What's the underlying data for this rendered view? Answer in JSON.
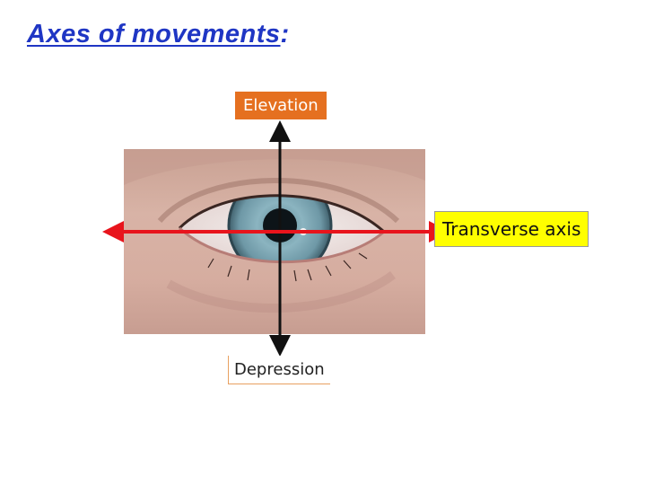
{
  "title": {
    "main": "Axes of movements",
    "colon": ":"
  },
  "labels": {
    "elevation": "Elevation",
    "depression": "Depression",
    "transverse": "Transverse axis"
  },
  "colors": {
    "title": "#1f36c4",
    "vertical_axis": "#111111",
    "transverse_axis": "#e8141c",
    "elevation_bg": "#e57020",
    "transverse_bg": "#ffff00"
  },
  "image": {
    "subject": "eye-photo"
  }
}
